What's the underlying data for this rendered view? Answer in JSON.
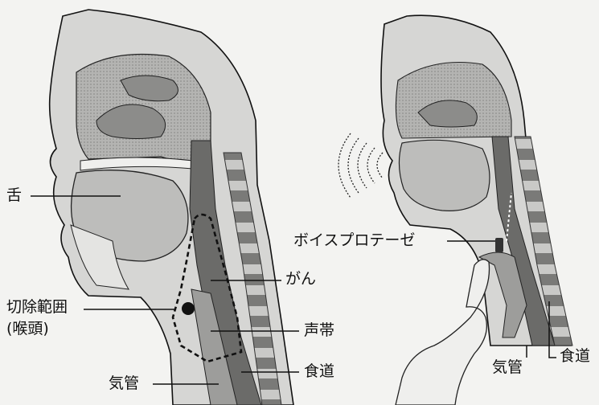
{
  "labels": {
    "tongue": "舌",
    "resection_1": "切除範囲",
    "resection_2": "(喉頭)",
    "cancer": "がん",
    "vocal_cords": "声帯",
    "esophagus_left": "食道",
    "trachea_left": "気管",
    "voice_prosthesis": "ボイスプロテーゼ",
    "trachea_right": "気管",
    "esophagus_right": "食道"
  },
  "colors": {
    "background": "#f3f3f1",
    "tissue_light": "#d9d9d7",
    "tissue_mid": "#a9a9a7",
    "tissue_dark": "#5d5d5b",
    "outline": "#111111"
  },
  "icons": {
    "sound_waves": "sound-waves",
    "finger": "pointing-finger",
    "tumor": "tumor-dot"
  }
}
